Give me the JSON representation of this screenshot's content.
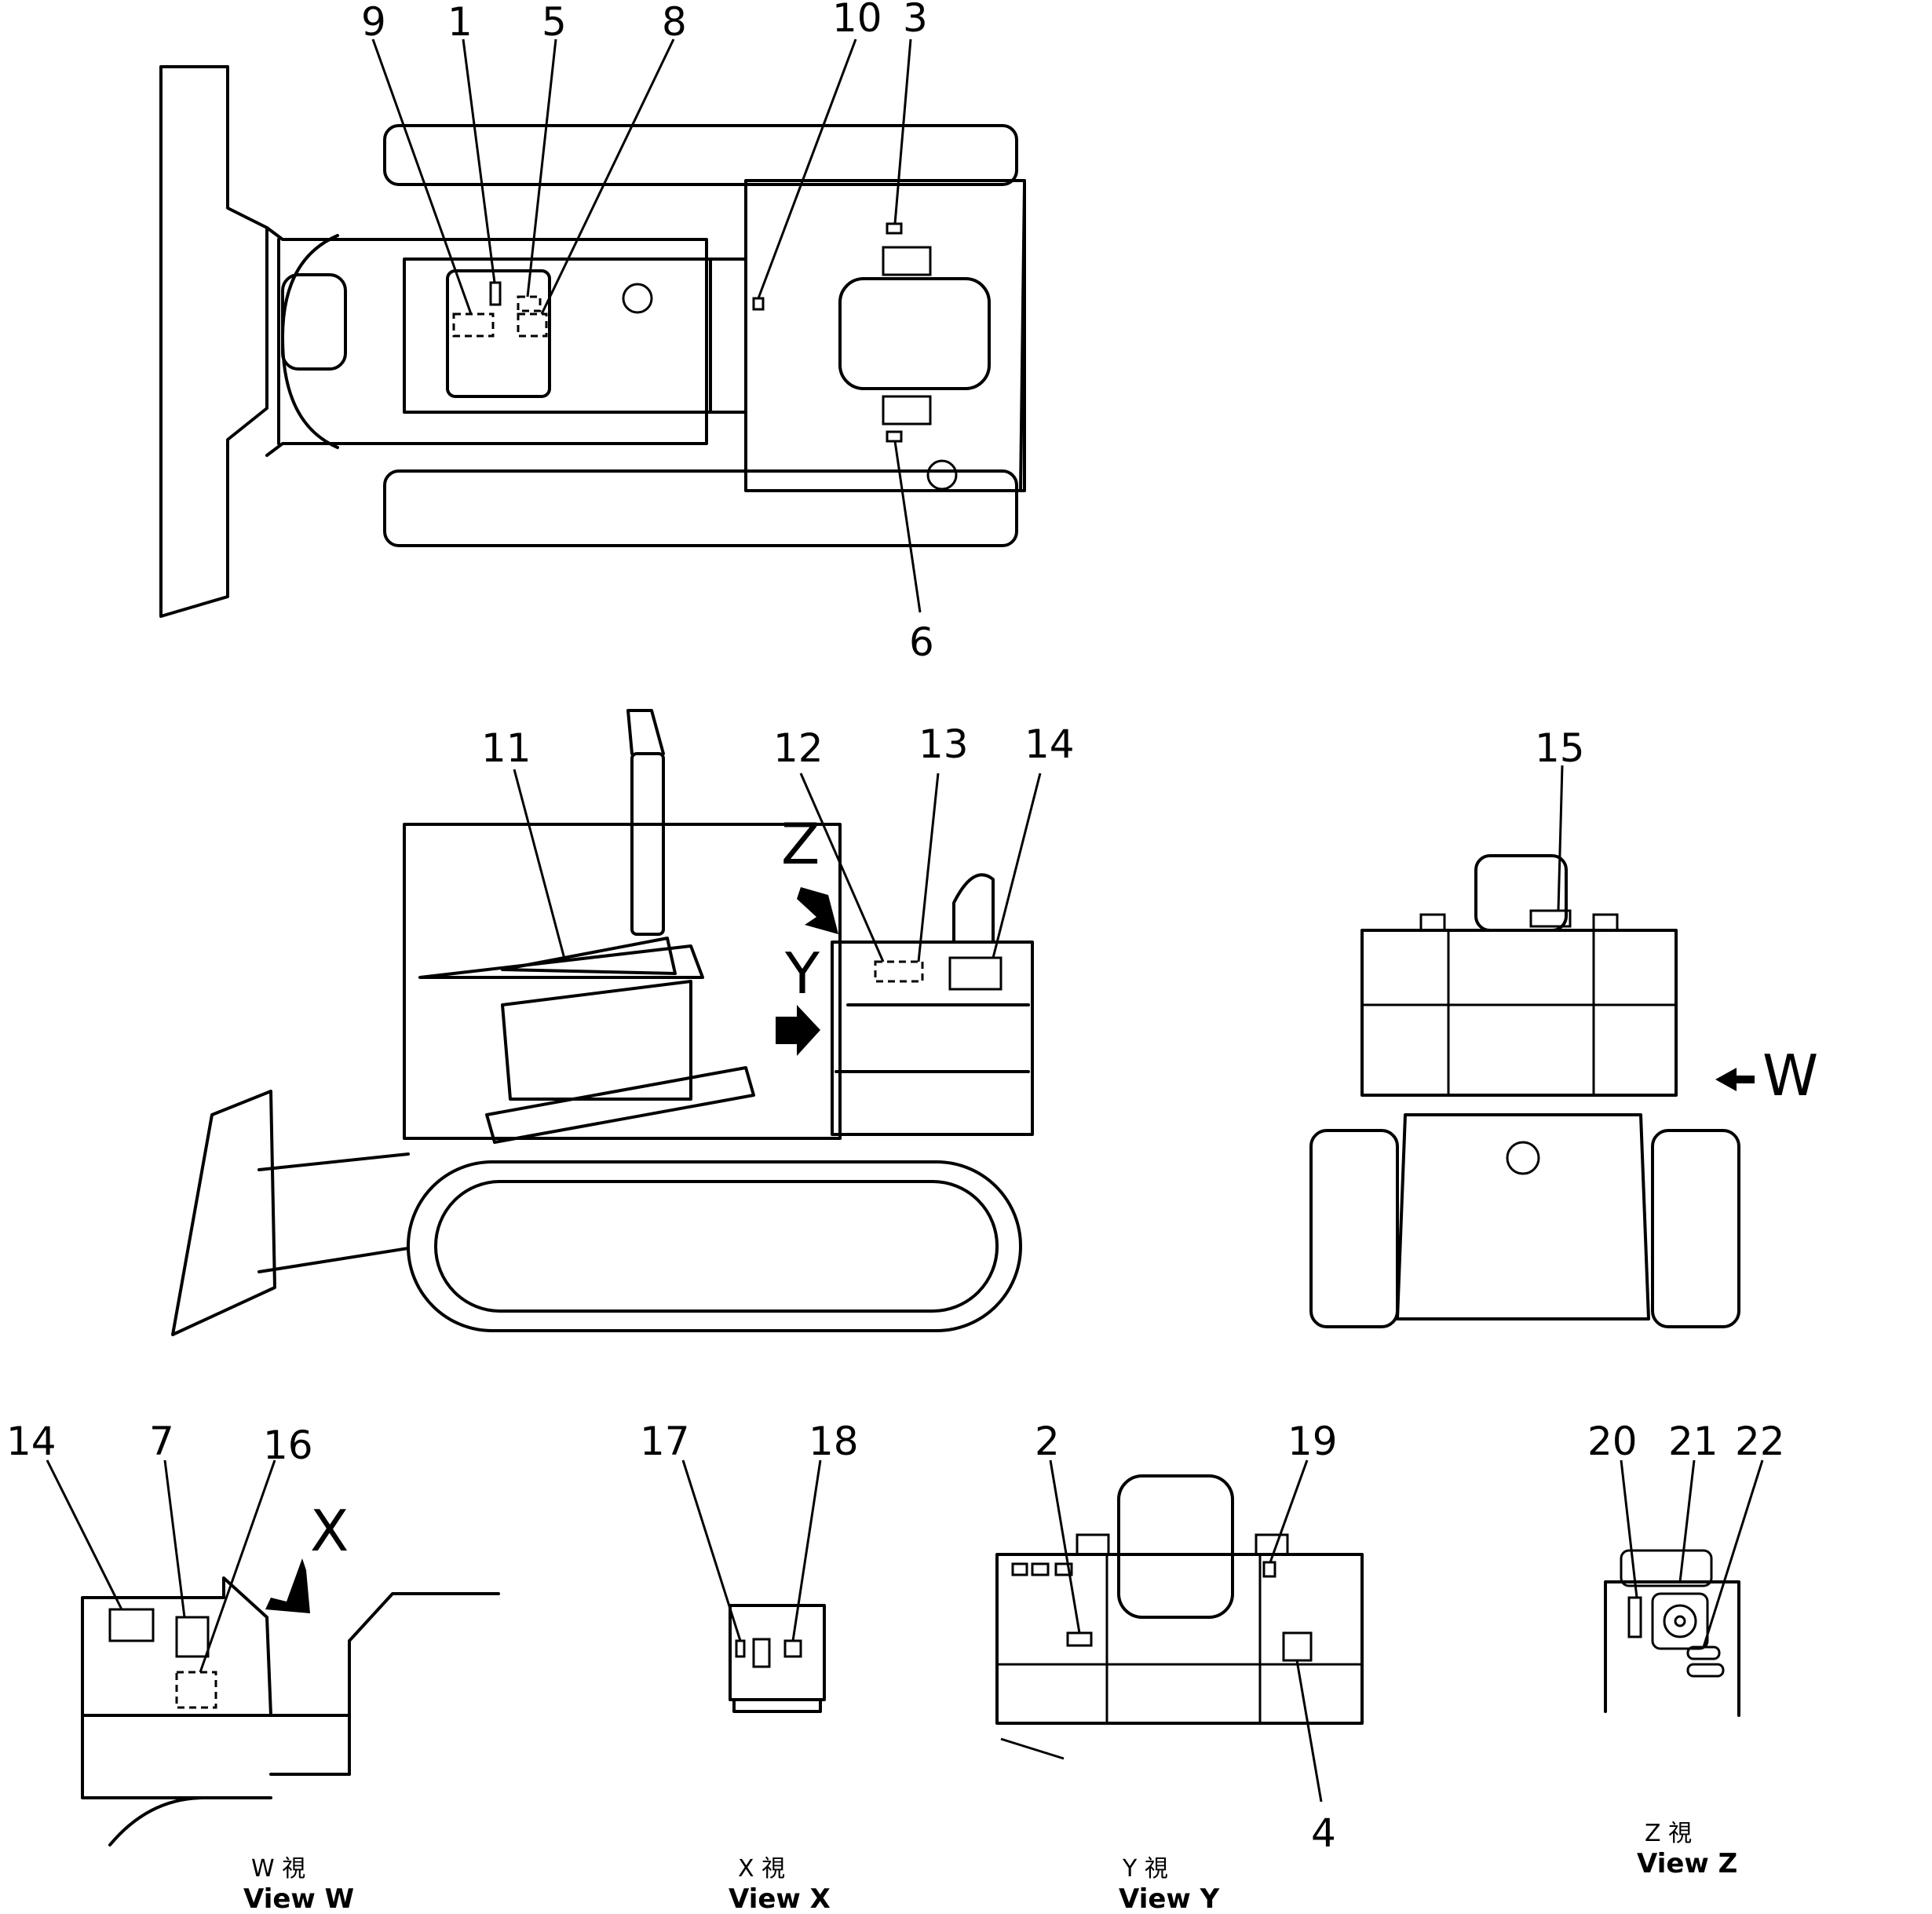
{
  "callouts": {
    "n1": "1",
    "n2": "2",
    "n3": "3",
    "n4": "4",
    "n5": "5",
    "n6": "6",
    "n7": "7",
    "n8": "8",
    "n9": "9",
    "n10": "10",
    "n11": "11",
    "n12": "12",
    "n13": "13",
    "n14": "14",
    "n14b": "14",
    "n15": "15",
    "n16": "16",
    "n17": "17",
    "n18": "18",
    "n19": "19",
    "n20": "20",
    "n21": "21",
    "n22": "22"
  },
  "view_arrows": {
    "z": "Z",
    "y": "Y",
    "w": "W",
    "x": "X"
  },
  "captions": {
    "w_kanji": "W 視",
    "w_en": "View W",
    "x_kanji": "X 視",
    "x_en": "View X",
    "y_kanji": "Y 視",
    "y_en": "View Y",
    "z_kanji": "Z 視",
    "z_en": "View Z"
  }
}
